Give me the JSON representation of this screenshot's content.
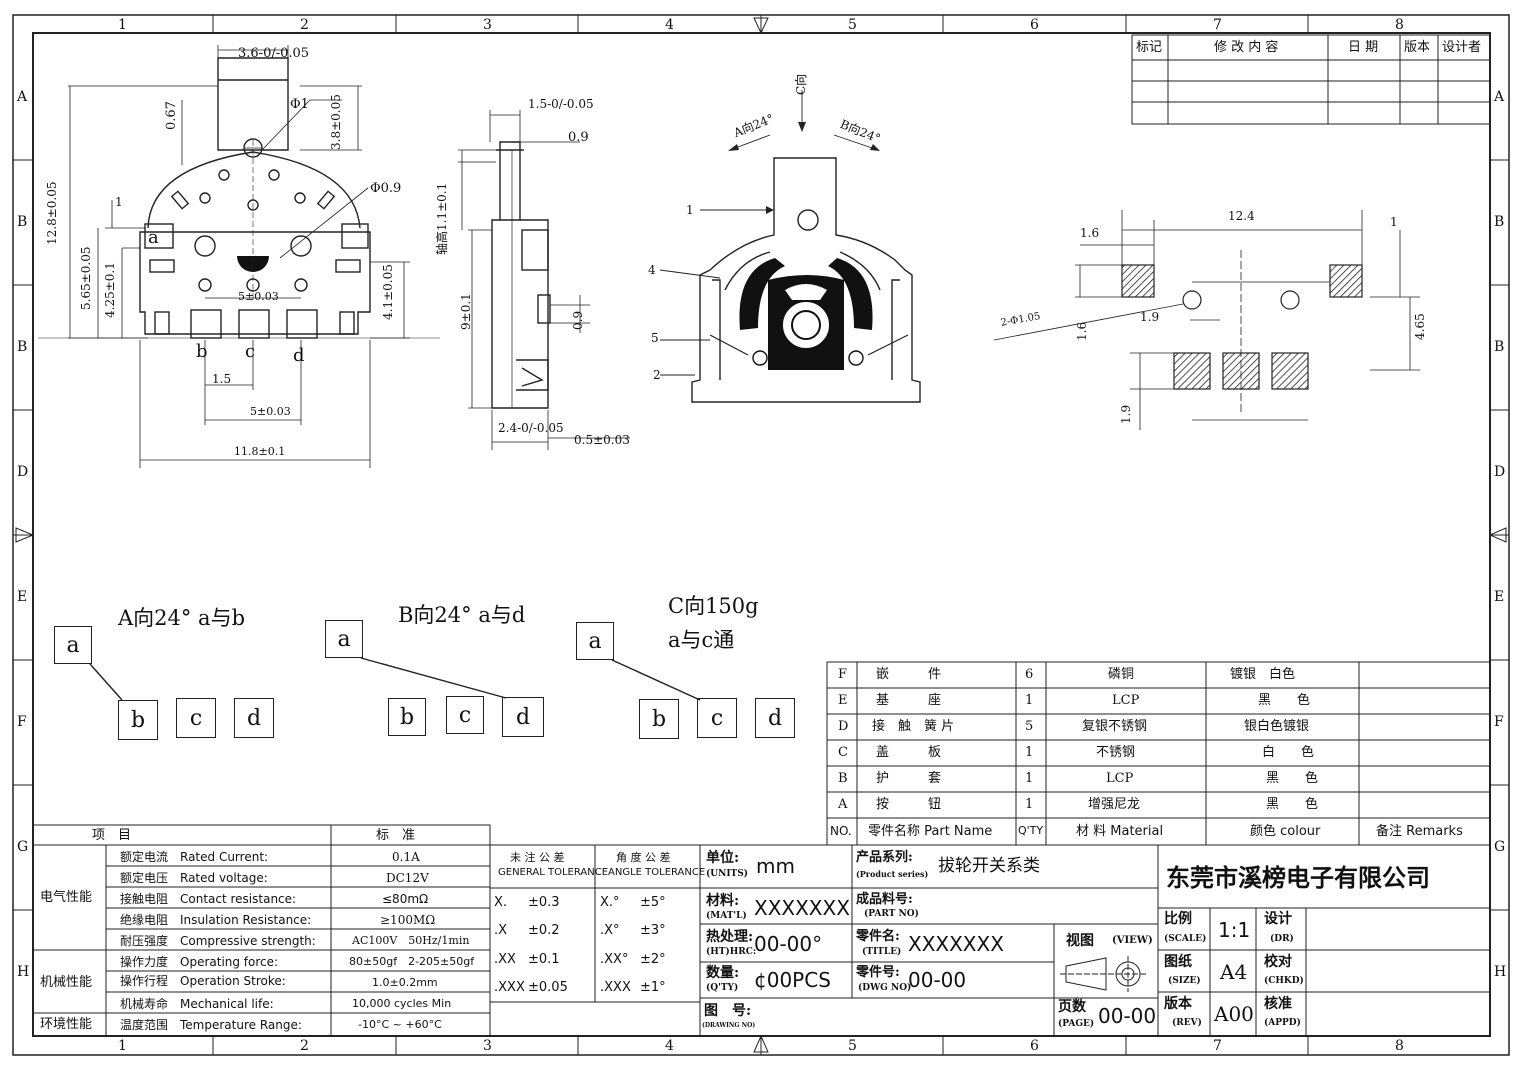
{
  "frame": {
    "col_labels": [
      "1",
      "2",
      "3",
      "4",
      "5",
      "6",
      "7",
      "8"
    ],
    "row_labels_left": [
      "A",
      "B",
      "B",
      "D",
      "E",
      "F",
      "G",
      "H"
    ],
    "row_labels_right": [
      "A",
      "B",
      "B",
      "D",
      "E",
      "F",
      "G",
      "H"
    ]
  },
  "revision_table": {
    "headers": [
      "标记",
      "修 改 内 容",
      "日 期",
      "版本",
      "设计者"
    ]
  },
  "dimensions": {
    "front": {
      "width_top": "3.6-0/-0.05",
      "phi1": "Φ1",
      "d067": "0.67",
      "d38": "3.8±0.05",
      "d128": "12.8±0.05",
      "d1": "1",
      "phi09": "Φ0.9",
      "label_a": "a",
      "d565": "5.65±0.05",
      "d425": "4.25±0.1",
      "d41": "4.1±0.05",
      "d5_top": "5±0.03",
      "pin_b": "b",
      "pin_c": "c",
      "pin_d": "d",
      "d15": "1.5",
      "d5_bottom": "5±0.03",
      "d118": "11.8±0.1"
    },
    "side": {
      "d15": "1.5-0/-0.05",
      "d09": "0.9",
      "d11": "轴高1.1±0.1",
      "d9": "9±0.1",
      "d09b": "0.9",
      "d24": "2.4-0/-0.05",
      "d05": "0.5±0.03"
    },
    "top": {
      "c_dir": "C向",
      "a_dir": "A向24°",
      "b_dir": "B向24°",
      "n1": "1",
      "n4": "4",
      "n5": "5",
      "n2": "2"
    },
    "pcb": {
      "d124": "12.4",
      "d16a": "1.6",
      "d1": "1",
      "d2phi": "2-Φ1.05",
      "d19": "1.9",
      "d16b": "1.6",
      "d465": "4.65",
      "d19b": "1.9"
    }
  },
  "switch_states": [
    {
      "caption": "A向24°  a与b",
      "a": "a",
      "b": "b",
      "c": "c",
      "d": "d"
    },
    {
      "caption": "B向24°  a与d",
      "a": "a",
      "b": "b",
      "c": "c",
      "d": "d"
    },
    {
      "caption1": "C向150g",
      "caption2": "a与c通",
      "a": "a",
      "b": "b",
      "c": "c",
      "d": "d"
    }
  ],
  "bom": {
    "rows": [
      {
        "no": "F",
        "name": "嵌　　　件",
        "qty": "6",
        "material": "磷铜",
        "colour": "镀银　白色",
        "remarks": ""
      },
      {
        "no": "E",
        "name": "基　　　座",
        "qty": "1",
        "material": "LCP",
        "colour": "黑　　色",
        "remarks": ""
      },
      {
        "no": "D",
        "name": "接　触　簧 片",
        "qty": "5",
        "material": "复银不锈钢",
        "colour": "银白色镀银",
        "remarks": ""
      },
      {
        "no": "C",
        "name": "盖　　　板",
        "qty": "1",
        "material": "不锈钢",
        "colour": "白　　色",
        "remarks": ""
      },
      {
        "no": "B",
        "name": "护　　　套",
        "qty": "1",
        "material": "LCP",
        "colour": "黑　　色",
        "remarks": ""
      },
      {
        "no": "A",
        "name": "按　　　钮",
        "qty": "1",
        "material": "增强尼龙",
        "colour": "黑　　色",
        "remarks": ""
      }
    ],
    "header": {
      "no": "NO.",
      "name": "零件名称 Part Name",
      "qty": "Q'TY",
      "material": "材 料 Material",
      "colour": "颜色  colour",
      "remarks": "备注 Remarks"
    }
  },
  "spec_table": {
    "header_item": "项　目",
    "header_std": "标　准",
    "groups": [
      {
        "group": "电气性能",
        "rows": [
          {
            "cn": "额定电流",
            "en": "Rated Current:",
            "val": "0.1A"
          },
          {
            "cn": "额定电压",
            "en": "Rated voltage:",
            "val": "DC12V"
          },
          {
            "cn": "接触电阻",
            "en": "Contact resistance:",
            "val": "≤80mΩ"
          },
          {
            "cn": "绝缘电阻",
            "en": "Insulation Resistance:",
            "val": "≥100MΩ"
          },
          {
            "cn": "耐压强度",
            "en": "Compressive strength:",
            "val": "AC100V　50Hz/1min"
          }
        ]
      },
      {
        "group": "机械性能",
        "rows": [
          {
            "cn": "操作力度",
            "en": "Operating force:",
            "val": "80±50gf　2-205±50gf"
          },
          {
            "cn": "操作行程",
            "en": "Operation Stroke:",
            "val": "1.0±0.2mm"
          },
          {
            "cn": "机械寿命",
            "en": "Mechanical life:",
            "val": "10,000 cycles Min"
          }
        ]
      },
      {
        "group": "环境性能",
        "rows": [
          {
            "cn": "温度范围",
            "en": "Temperature Range:",
            "val": "-10°C ~ +60°C"
          }
        ]
      }
    ]
  },
  "tolerance": {
    "general_cn": "未 注 公 差",
    "general_en": "GENERAL TOLERANCE",
    "angle_cn": "角 度 公 差",
    "angle_en": "ANGLE TOLERANCE",
    "rows": [
      {
        "g": "X.",
        "gv": "±0.3",
        "a": "X.°",
        "av": "±5°"
      },
      {
        "g": ".X",
        "gv": "±0.2",
        "a": ".X°",
        "av": "±3°"
      },
      {
        "g": ".XX",
        "gv": "±0.1",
        "a": ".XX°",
        "av": "±2°"
      },
      {
        "g": ".XXX",
        "gv": "±0.05",
        "a": ".XXX",
        "av": "±1°"
      }
    ]
  },
  "title_block": {
    "units_cn": "单位:",
    "units_en": "(UNITS)",
    "units_val": "mm",
    "mat_cn": "材料:",
    "mat_en": "(MAT'L)",
    "mat_val": "XXXXXXX",
    "ht_cn": "热处理:",
    "ht_en": "(HT)HRC:",
    "ht_val": "00-00°",
    "qty_cn": "数量:",
    "qty_en": "(Q'TY)",
    "qty_val": "¢00PCS",
    "drawno_cn": "图　号:",
    "drawno_en": "(DRAWING NO)",
    "series_cn": "产品系列:",
    "series_en": "(Product series)",
    "series_val": "拔轮开关系类",
    "partno_cn": "成品料号:",
    "partno_en": "(PART NO)",
    "title_cn": "零件名:",
    "title_en": "(TITLE)",
    "title_val": "XXXXXXX",
    "dwg_cn": "零件号:",
    "dwg_en": "(DWG NO)",
    "dwg_val": "00-00",
    "view_cn": "视图",
    "view_en": "(VIEW)",
    "page_cn": "页数",
    "page_en": "(PAGE)",
    "page_val": "00-00",
    "company": "东莞市溪榜电子有限公司",
    "scale_cn": "比例",
    "scale_en": "(SCALE)",
    "scale_val": "1:1",
    "size_cn": "图纸",
    "size_en": "(SIZE)",
    "size_val": "A4",
    "rev_cn": "版本",
    "rev_en": "(REV)",
    "rev_val": "A00",
    "dr_cn": "设计",
    "dr_en": "(DR)",
    "chkd_cn": "校对",
    "chkd_en": "(CHKD)",
    "appd_cn": "核准",
    "appd_en": "(APPD)"
  }
}
